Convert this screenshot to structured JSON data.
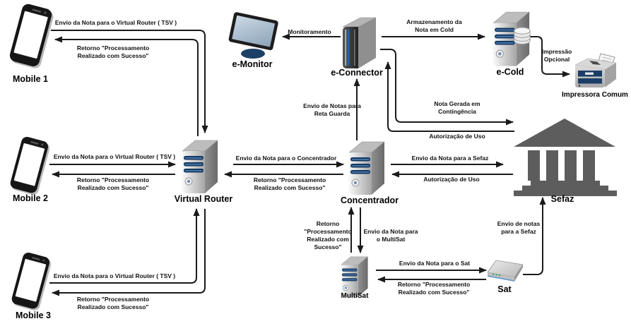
{
  "colors": {
    "line": "#1a1a1a",
    "server_stripe_blue": "#14375f",
    "panel_navy": "#1b3e66",
    "building_gray": "#5d5d5d",
    "screen_blue": "#9db4c8"
  },
  "diagram": {
    "nodes": {
      "mobile1": {
        "label": "Mobile 1",
        "icon": "smartphone-icon"
      },
      "mobile2": {
        "label": "Mobile 2",
        "icon": "smartphone-icon"
      },
      "mobile3": {
        "label": "Mobile 3",
        "icon": "smartphone-icon"
      },
      "emonitor": {
        "label": "e-Monitor",
        "icon": "monitor-icon"
      },
      "econnector": {
        "label": "e-Connector",
        "icon": "server-tower-icon"
      },
      "ecold": {
        "label": "e-Cold",
        "icon": "database-server-icon"
      },
      "impressora": {
        "label": "Impressora Comum",
        "icon": "printer-icon"
      },
      "virtualrouter": {
        "label": "Virtual Router",
        "icon": "server-tower-icon"
      },
      "concentrador": {
        "label": "Concentrador",
        "icon": "server-tower-icon"
      },
      "sefaz": {
        "label": "Sefaz",
        "icon": "government-building-icon"
      },
      "multisat": {
        "label": "MultiSat",
        "icon": "server-tower-icon"
      },
      "sat": {
        "label": "Sat",
        "icon": "network-device-icon"
      }
    },
    "edges": {
      "mobile1_envio": {
        "label": "Envio da Nota para o Virtual Router ( TSV )"
      },
      "mobile1_retorno": {
        "label": "Retorno \"Processamento\nRealizado com Sucesso\""
      },
      "mobile2_envio": {
        "label": "Envio da Nota para o Virtual Router ( TSV )"
      },
      "mobile2_retorno": {
        "label": "Retorno \"Processamento\nRealizado com Sucesso\""
      },
      "mobile3_envio": {
        "label": "Envio da Nota para o Virtual Router ( TSV )"
      },
      "mobile3_retorno": {
        "label": "Retorno \"Processamento\nRealizado com Sucesso\""
      },
      "monitoramento": {
        "label": "Monitoramento"
      },
      "armazenamento": {
        "label": "Armazenamento da\nNota em Cold"
      },
      "impressao": {
        "label": "Impressão\nOpcional"
      },
      "reta_guarda": {
        "label": "Envio de Notas para\nReta Guarda"
      },
      "contingencia": {
        "label": "Nota Gerada em\nContingência"
      },
      "autorizacao_econnector": {
        "label": "Autorização de Uso"
      },
      "vr_conc_envio": {
        "label": "Envio da Nota para o Concentrador"
      },
      "vr_conc_retorno": {
        "label": "Retorno \"Processamento\nRealizado com Sucesso\""
      },
      "conc_sefaz_envio": {
        "label": "Envio da Nota para a Sefaz"
      },
      "conc_sefaz_autorizacao": {
        "label": "Autorização de Uso"
      },
      "multisat_retorno": {
        "label": "Retorno\n\"Processamento\nRealizado com\nSucesso\""
      },
      "multisat_envio": {
        "label": "Envio da Nota para\no MultiSat"
      },
      "sat_envio": {
        "label": "Envio da Nota para o Sat"
      },
      "sat_retorno": {
        "label": "Retorno \"Processamento\nRealizado com Sucesso\""
      },
      "sat_sefaz": {
        "label": "Envio de notas\npara a Sefaz"
      }
    }
  }
}
